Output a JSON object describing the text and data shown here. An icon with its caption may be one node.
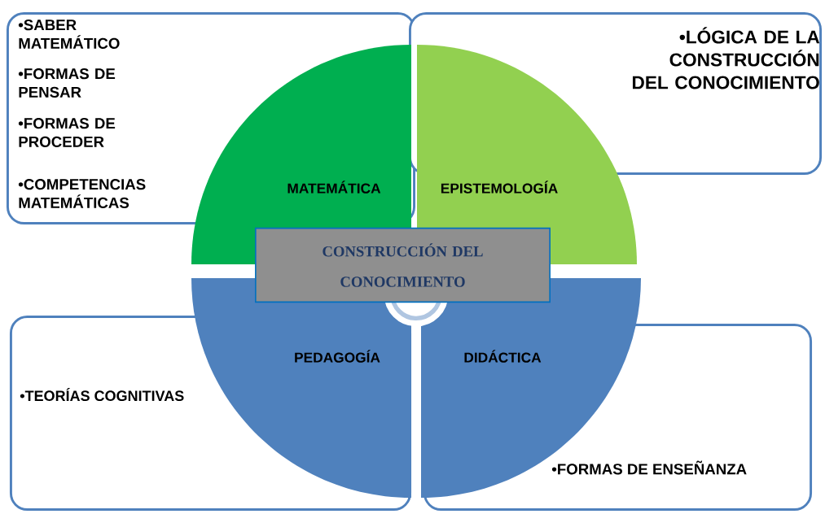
{
  "diagram": {
    "nodes": [
      {
        "text": [
          "•SABER MATEMÁTICO",
          "•FORMAS DE PENSAR",
          "•FORMAS DE PROCEDER",
          "•COMPETENCIAS MATEMÁTICAS"
        ]
      },
      {
        "text": [
          "•LÓGICA DE LA CONSTRUCCIÓN DEL CONOCIMIENTO"
        ]
      },
      {
        "text": [
          "•TEORÍAS COGNITIVAS"
        ]
      },
      {
        "text": [
          "•FORMAS DE ENSEÑANZA"
        ]
      },
      {
        "text": [
          "MATEMÁTICA"
        ]
      },
      {
        "text": [
          "EPISTEMOLOGÍA"
        ]
      },
      {
        "text": [
          "PEDAGOGÍA"
        ]
      },
      {
        "text": [
          "DIDÁCTICA"
        ]
      },
      {
        "text": [
          "CONSTRUCCIÓN DEL CONOCIMIENTO"
        ]
      }
    ]
  }
}
